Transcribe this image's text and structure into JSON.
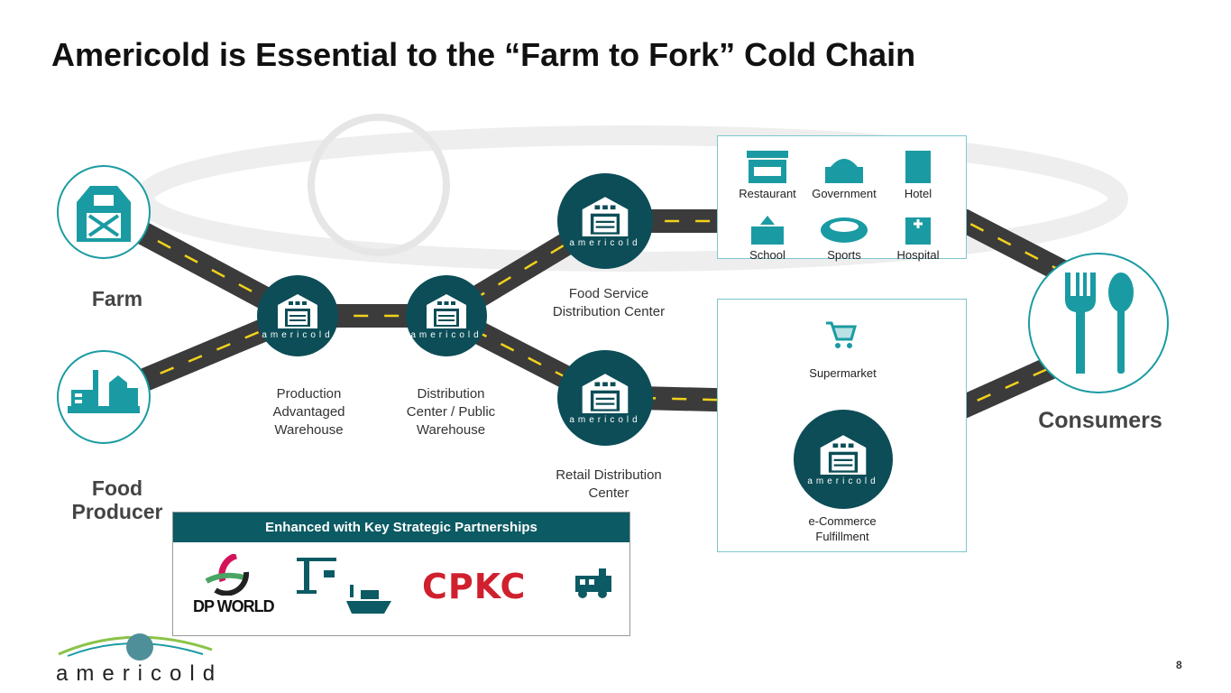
{
  "title": "Americold is Essential to the “Farm to Fork” Cold Chain",
  "nodes": {
    "farm": "Farm",
    "food_producer": "Food Producer",
    "consumers": "Consumers",
    "production": "Production Advantaged Warehouse",
    "distribution": "Distribution Center / Public Warehouse",
    "food_service": "Food Service Distribution Center",
    "retail": "Retail Distribution Center"
  },
  "warehouse_brand": "americold",
  "food_service_outlets": [
    "Restaurant",
    "Government",
    "Hotel",
    "School",
    "Sports",
    "Hospital"
  ],
  "retail_outlets": {
    "supermarket": "Supermarket",
    "ecommerce": "e-Commerce Fulfillment"
  },
  "partnerships": {
    "heading": "Enhanced with Key Strategic Partnerships",
    "dp_world": "DP WORLD",
    "cpkc": "CPKC"
  },
  "logo": "americold",
  "page_number": "8",
  "colors": {
    "dark_teal": "#0c4d57",
    "teal": "#1a9ba3",
    "road": "#3b3b3b",
    "dash": "#f2d21b",
    "cpkc_red": "#d0202e"
  }
}
